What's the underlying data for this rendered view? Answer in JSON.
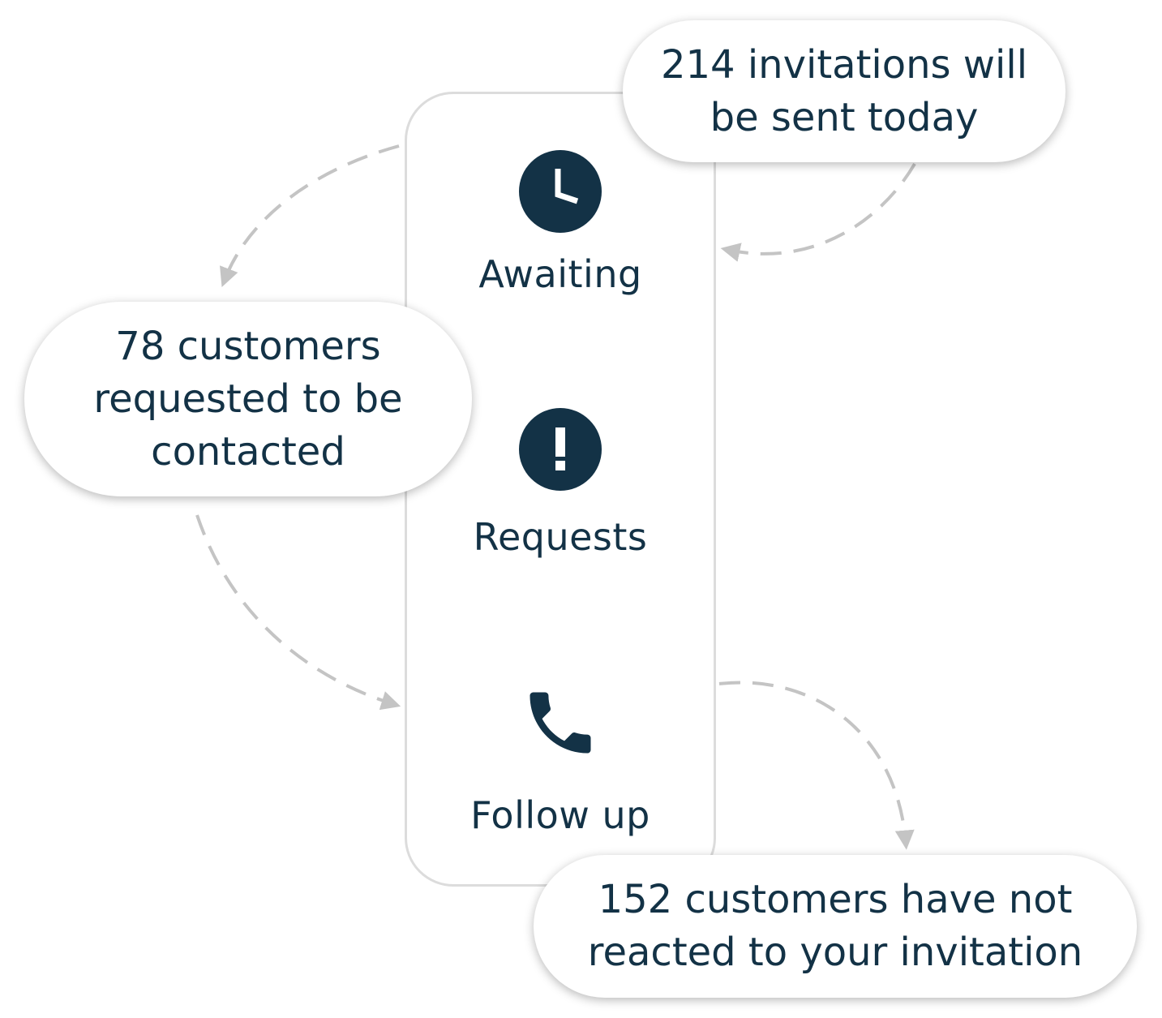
{
  "panel": {
    "items": [
      {
        "label": "Awaiting",
        "icon": "clock-icon"
      },
      {
        "label": "Requests",
        "icon": "exclamation-icon"
      },
      {
        "label": "Follow up",
        "icon": "phone-icon"
      }
    ]
  },
  "callouts": {
    "invitations": "214 invitations will\nbe sent today",
    "requested": "78 customers\nrequested to be\ncontacted",
    "not_reacted": "152 customers have not\nreacted to your invitation"
  },
  "colors": {
    "icon": "#133246",
    "text": "#133246",
    "connector": "#c4c4c4",
    "panel_border": "#dcdcdc"
  }
}
